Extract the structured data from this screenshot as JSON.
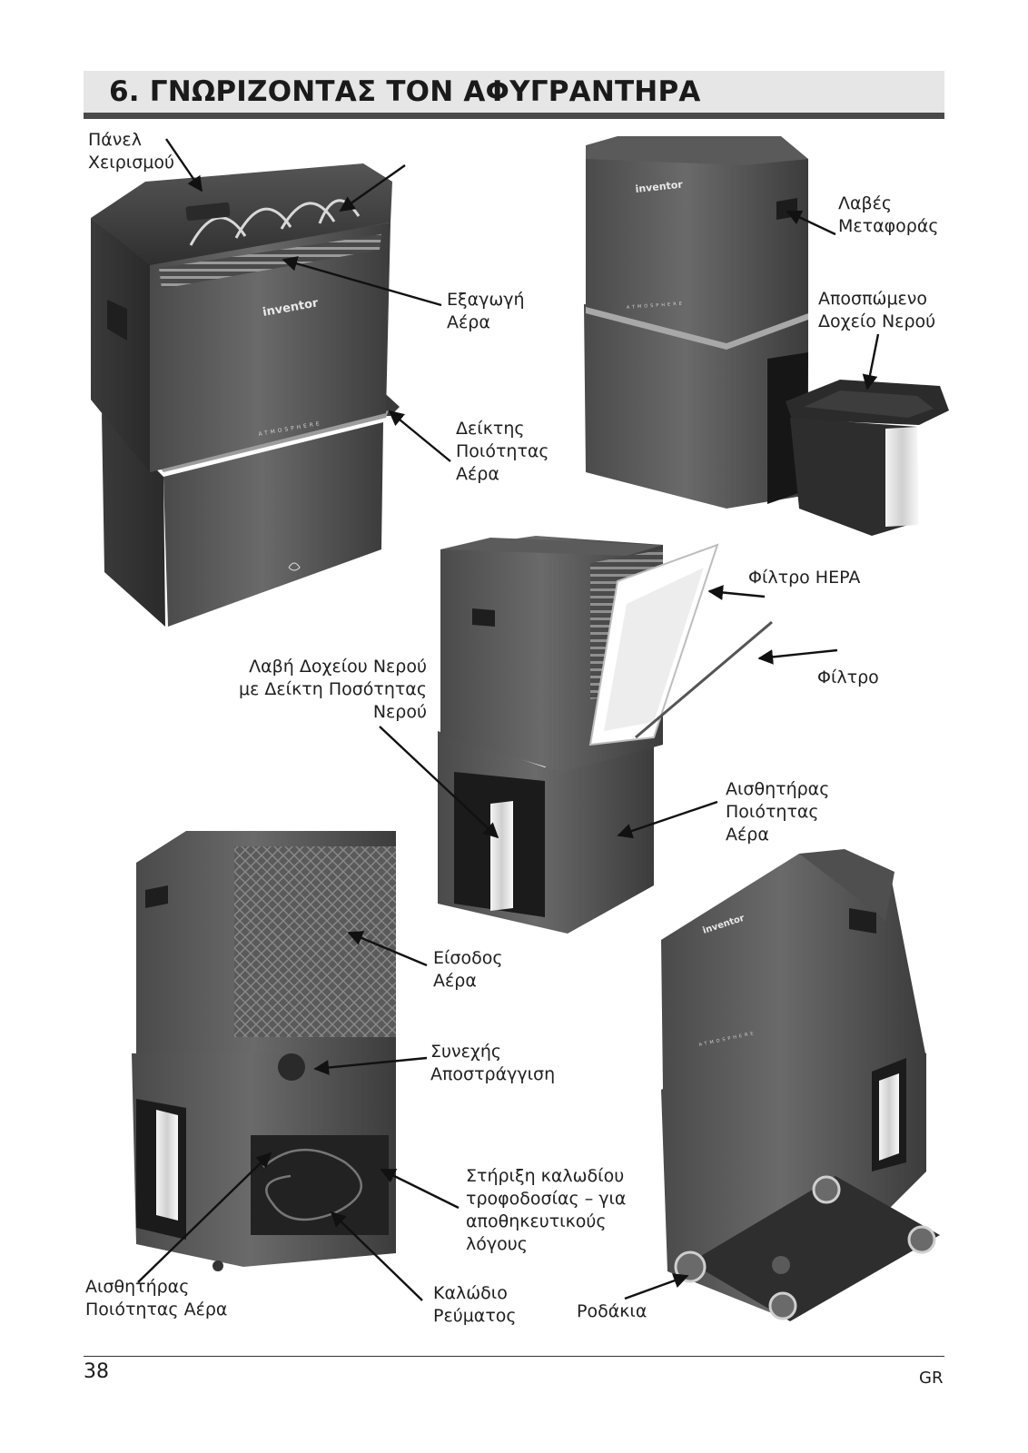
{
  "header": {
    "title": "6. ΓΝΩΡΙΖΟΝΤΑΣ ΤΟΝ ΑΦΥΓΡΑΝΤΗΡΑ"
  },
  "brand": {
    "name": "inventor",
    "series": "ATMOSPHERE"
  },
  "labels": {
    "control_panel": [
      "Πάνελ",
      "Χειρισμού"
    ],
    "air_outlet": [
      "Εξαγωγή",
      "Αέρα"
    ],
    "air_quality_indicator": [
      "Δείκτης",
      "Ποιότητας",
      "Αέρα"
    ],
    "carry_handles": [
      "Λαβές",
      "Μεταφοράς"
    ],
    "removable_tank": [
      "Αποσπώμενο",
      "Δοχείο Νερού"
    ],
    "hepa_filter": [
      "Φίλτρο HEPA"
    ],
    "filter": [
      "Φίλτρο"
    ],
    "tank_handle": [
      "Λαβή Δοχείου Νερού",
      "με Δείκτη Ποσότητας",
      "Νερού"
    ],
    "air_quality_sensor": [
      "Αισθητήρας",
      "Ποιότητας",
      "Αέρα"
    ],
    "air_inlet": [
      "Είσοδος",
      "Αέρα"
    ],
    "continuous_drainage": [
      "Συνεχής",
      "Αποστράγγιση"
    ],
    "cable_holder": [
      "Στήριξη καλωδίου",
      "τροφοδοσίας – για",
      "αποθηκευτικούς",
      "λόγους"
    ],
    "air_quality_sensor_rear": [
      "Αισθητήρας",
      "Ποιότητας Αέρα"
    ],
    "power_cable": [
      "Καλώδιο",
      "Ρεύματος"
    ],
    "wheels": [
      "Ροδάκια"
    ]
  },
  "footer": {
    "page_number": "38",
    "language": "GR"
  }
}
